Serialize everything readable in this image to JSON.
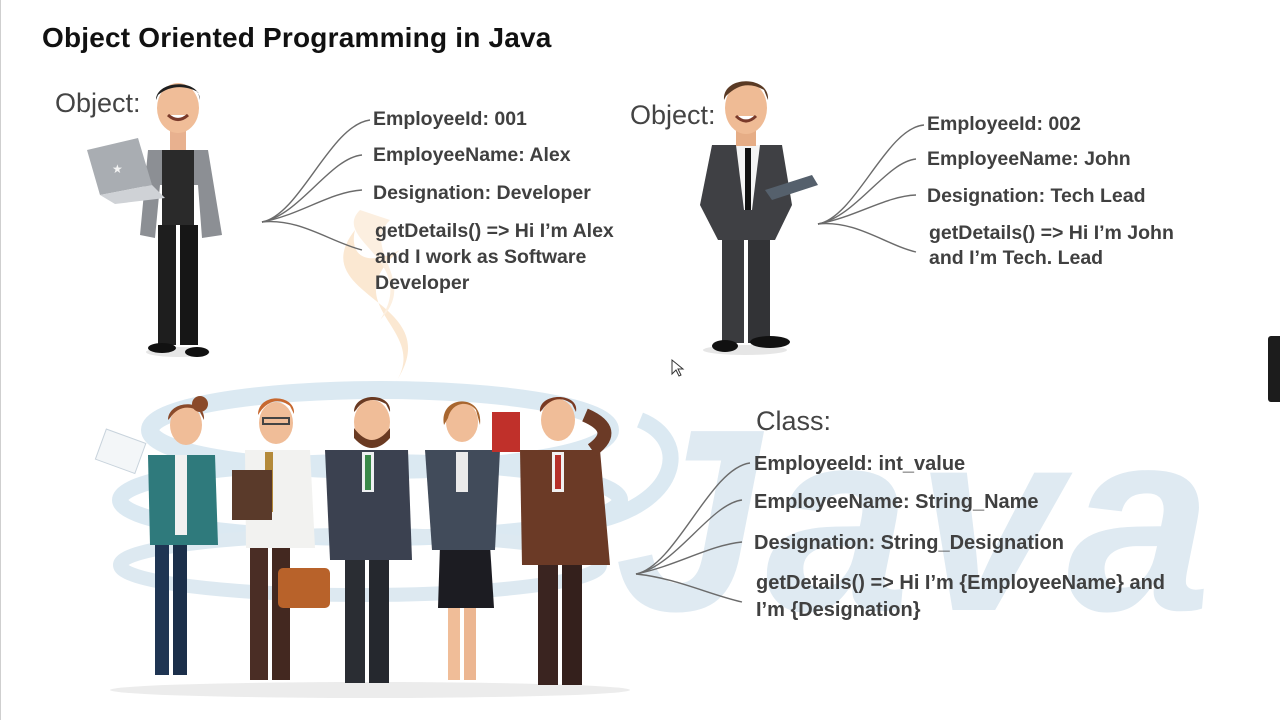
{
  "title": "Object Oriented Programming in Java",
  "watermark_text": "Java",
  "object_alex": {
    "label": "Object:",
    "employee_id": "EmployeeId: 001",
    "employee_name": "EmployeeName: Alex",
    "designation": "Designation: Developer",
    "get_details_line1": "getDetails() => Hi I’m Alex",
    "get_details_line2": "and I work as Software",
    "get_details_line3": "Developer"
  },
  "object_john": {
    "label": "Object:",
    "employee_id": "EmployeeId: 002",
    "employee_name": "EmployeeName: John",
    "designation": "Designation: Tech Lead",
    "get_details_line1": "getDetails() => Hi I’m John",
    "get_details_line2": "and I’m Tech. Lead"
  },
  "class_def": {
    "label": "Class:",
    "employee_id": "EmployeeId: int_value",
    "employee_name": "EmployeeName: String_Name",
    "designation": "Designation: String_Designation",
    "get_details_line1": "getDetails() => Hi I’m {EmployeeName} and",
    "get_details_line2": "I’m {Designation}"
  },
  "colors": {
    "watermark_blue": "#dbe9f2",
    "watermark_orange": "#fbe6cf",
    "connector": "#6b6b6b"
  }
}
